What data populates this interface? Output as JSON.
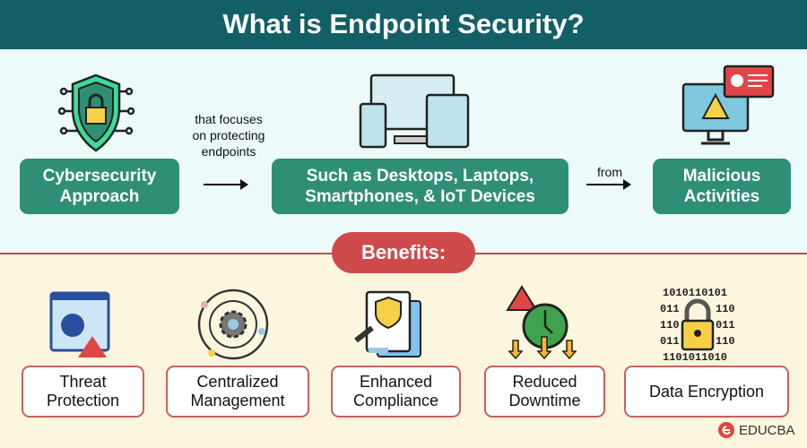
{
  "title": "What is Endpoint Security?",
  "flow": {
    "box1": "Cybersecurity Approach",
    "connector1": "that focuses on protecting endpoints",
    "box2": "Such as Desktops, Laptops, Smartphones, & IoT Devices",
    "connector2": "from",
    "box3": "Malicious Activities"
  },
  "benefits_label": "Benefits:",
  "benefits": [
    {
      "label": "Threat Protection",
      "icon": "skull-warning-icon"
    },
    {
      "label": "Centralized Management",
      "icon": "gear-user-icon"
    },
    {
      "label": "Enhanced Compliance",
      "icon": "document-shield-icon"
    },
    {
      "label": "Reduced Downtime",
      "icon": "clock-down-icon"
    },
    {
      "label": "Data Encryption",
      "icon": "binary-lock-icon"
    }
  ],
  "brand": "EDUCBA",
  "colors": {
    "header": "#135f66",
    "green": "#2f8f74",
    "red": "#cf4b4b",
    "top_bg": "#ecfbf9",
    "bottom_bg": "#fdf6df"
  }
}
